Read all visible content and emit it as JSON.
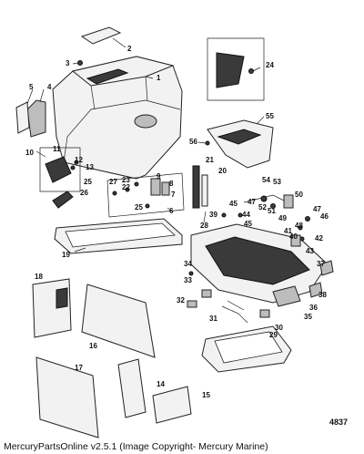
{
  "callouts": {
    "c1": "1",
    "c2": "2",
    "c3": "3",
    "c4": "4",
    "c5": "5",
    "c6": "6",
    "c7": "7",
    "c8": "8",
    "c9": "9",
    "c10": "10",
    "c11": "11",
    "c12": "12",
    "c13": "13",
    "c14": "14",
    "c15": "15",
    "c16": "16",
    "c17": "17",
    "c18": "18",
    "c19": "19",
    "c20": "20",
    "c21": "21",
    "c22": "22",
    "c23": "23",
    "c24": "24",
    "c25a": "25",
    "c25b": "25",
    "c26": "26",
    "c27": "27",
    "c28": "28",
    "c29": "29",
    "c30": "30",
    "c31": "31",
    "c32": "32",
    "c33": "33",
    "c34": "34",
    "c35": "35",
    "c36": "36",
    "c37": "37",
    "c38": "38",
    "c39": "39",
    "c40": "40",
    "c41": "41",
    "c42": "42",
    "c43": "43",
    "c44": "44",
    "c45a": "45",
    "c45b": "45",
    "c46": "46",
    "c47a": "47",
    "c47b": "47",
    "c48": "48",
    "c49": "49",
    "c50": "50",
    "c51": "51",
    "c52": "52",
    "c53": "53",
    "c54": "54",
    "c55": "55",
    "c56": "56"
  },
  "figure_id": "4837",
  "footer_text": "MercuryPartsOnline v2.5.1 (Image Copyright- Mercury Marine)"
}
